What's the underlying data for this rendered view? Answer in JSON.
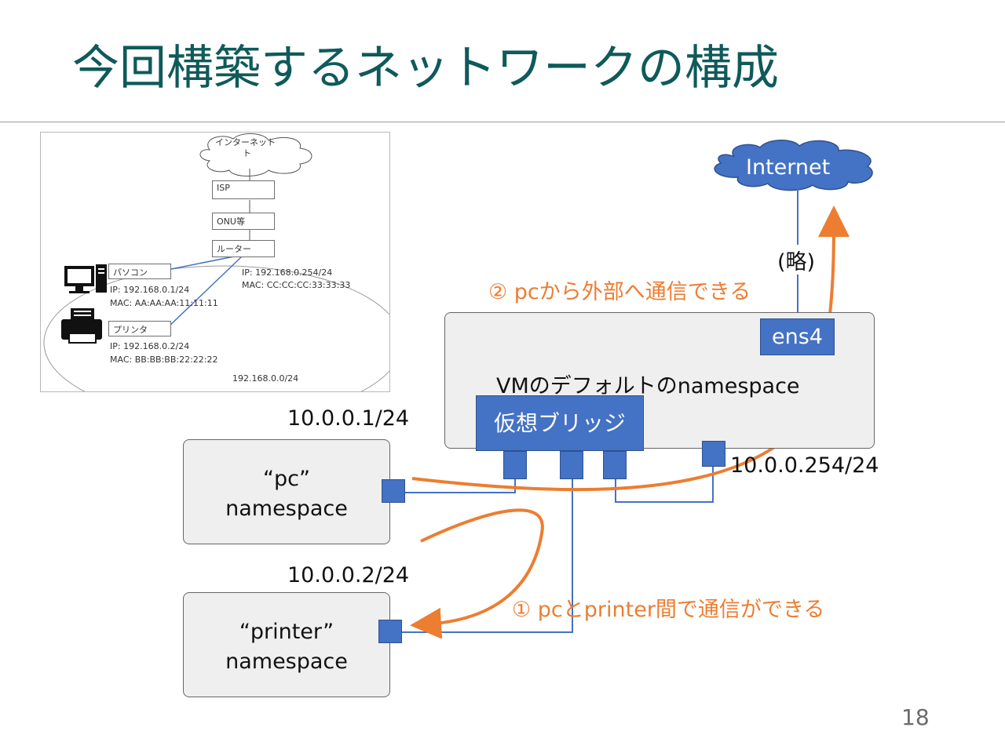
{
  "title": "今回構築するネットワークの構成",
  "page_number": "18",
  "inset": {
    "internet": "インターネット",
    "isp": "ISP",
    "onu": "ONU等",
    "router": "ルーター",
    "pc": "パソコン",
    "printer": "プリンタ",
    "router_ip": "IP: 192.168.0.254/24",
    "router_mac": "MAC: CC:CC:CC:33:33:33",
    "pc_ip": "IP: 192.168.0.1/24",
    "pc_mac": "MAC: AA:AA:AA:11:11:11",
    "printer_ip": "IP: 192.168.0.2/24",
    "printer_mac": "MAC: BB:BB:BB:22:22:22",
    "subnet": "192.168.0.0/24"
  },
  "diagram": {
    "internet": "Internet",
    "omitted": "(略)",
    "ens4": "ens4",
    "vm_namespace": "VMのデフォルトのnamespace",
    "bridge": "仮想ブリッジ",
    "pc_ip": "10.0.0.1/24",
    "pc_ns_line1": "“pc”",
    "pc_ns_line2": "namespace",
    "printer_ip": "10.0.0.2/24",
    "printer_ns_line1": "“printer”",
    "printer_ns_line2": "namespace",
    "gateway_ip": "10.0.0.254/24",
    "note1": "① pcとprinter間で通信ができる",
    "note2": "② pcから外部へ通信できる"
  },
  "colors": {
    "title": "#0f5a5a",
    "accent_blue": "#4472c4",
    "arrow_orange": "#ed7d31"
  }
}
